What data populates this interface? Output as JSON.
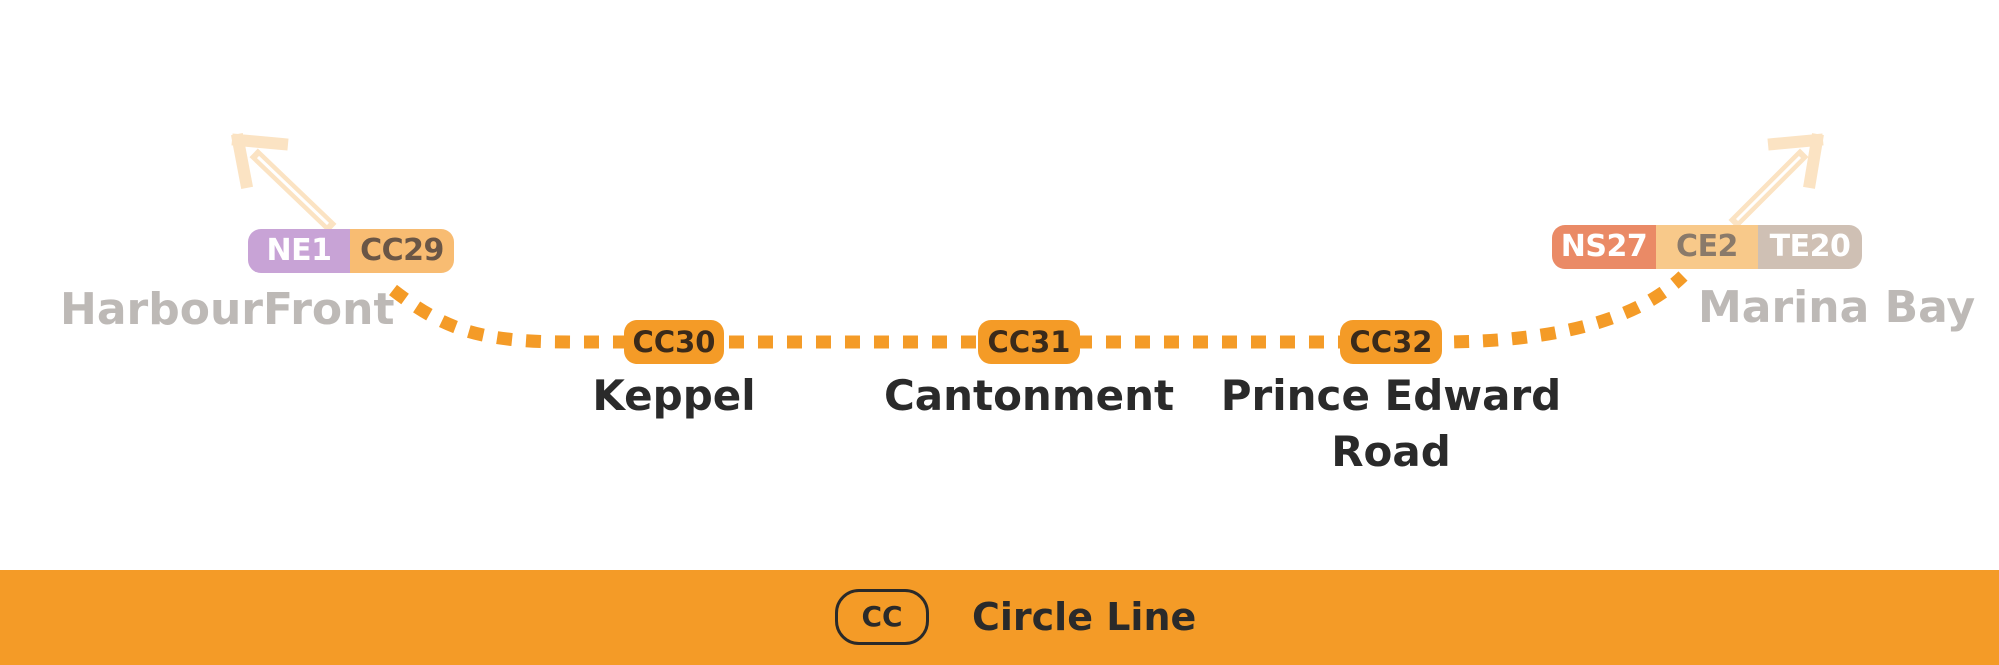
{
  "line": {
    "code": "CC",
    "name": "Circle Line",
    "color": "#f49b27"
  },
  "stations": {
    "harbourfront": {
      "name": "HarbourFront",
      "codes": [
        {
          "code": "NE1",
          "color": "#c8a3d6"
        },
        {
          "code": "CC29",
          "color": "#f8bc72"
        }
      ]
    },
    "keppel": {
      "name": "Keppel",
      "code": "CC30"
    },
    "cantonment": {
      "name": "Cantonment",
      "code": "CC31"
    },
    "prince_edward": {
      "name_line1": "Prince Edward",
      "name_line2": "Road",
      "code": "CC32"
    },
    "marina_bay": {
      "name": "Marina Bay",
      "codes": [
        {
          "code": "NS27",
          "color": "#ea8a66"
        },
        {
          "code": "CE2",
          "color": "#f8c98a"
        },
        {
          "code": "TE20",
          "color": "#cfc0b4"
        }
      ]
    }
  },
  "arrows": {
    "left": "up-left-arrow-icon",
    "right": "up-right-arrow-icon"
  }
}
